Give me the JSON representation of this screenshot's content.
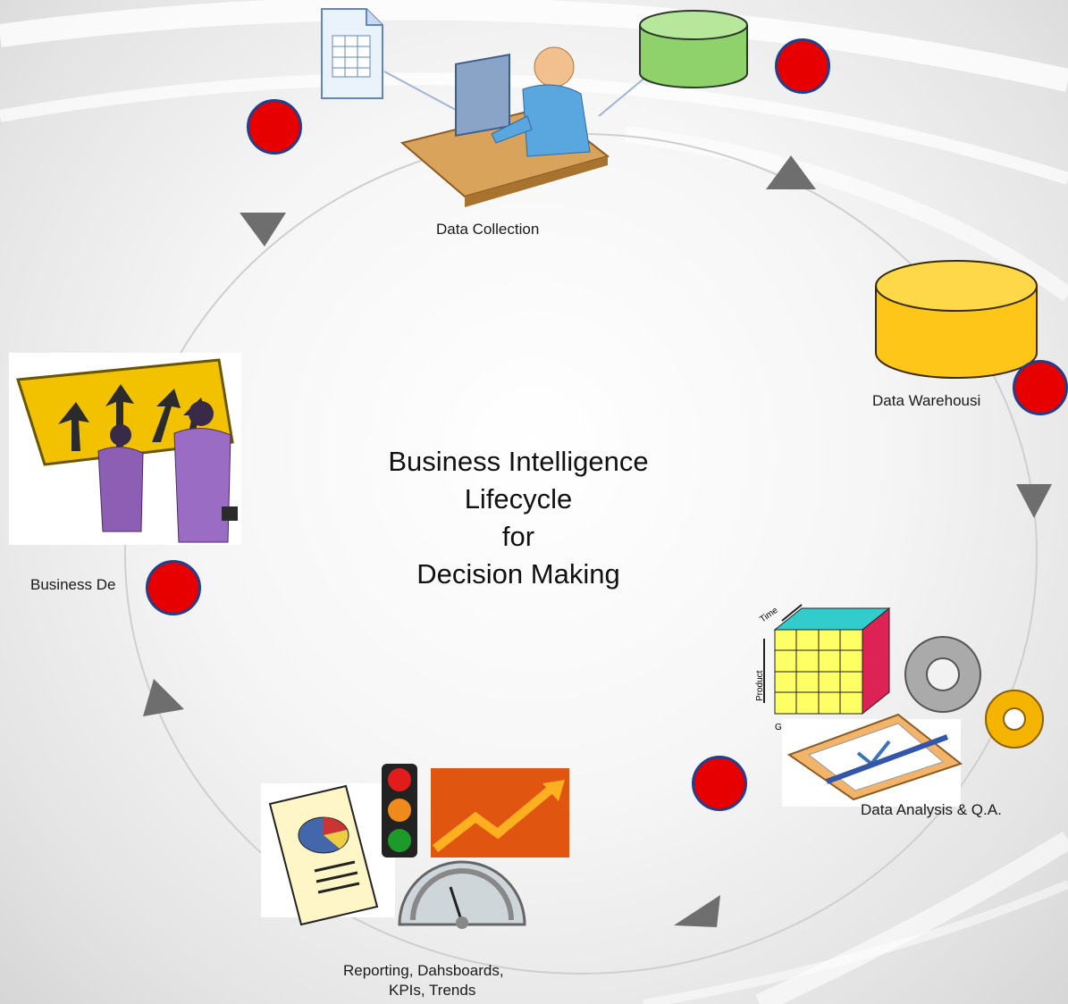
{
  "title_lines": [
    "Business Intelligence",
    "Lifecycle",
    "for",
    "Decision Making"
  ],
  "stages": {
    "data_collection": "Data Collection",
    "data_warehousing": "Data Warehousi",
    "data_analysis": "Data Analysis & Q.A.",
    "reporting_line1": "Reporting, Dahsboards,",
    "reporting_line2": "KPIs, Trends",
    "business_decisions": "Business De"
  },
  "cube_labels": {
    "time": "Time",
    "product": "Product",
    "geography": "Geography"
  },
  "colors": {
    "marker": "#e60000",
    "marker_border": "#1f3f8f",
    "arrow": "#6e6e6e",
    "database_green": "#8fd16a",
    "database_yellow": "#ffc61a"
  },
  "icons": [
    "spreadsheet-icon",
    "computer-user-icon",
    "database-icon",
    "data-cube-icon",
    "gear-icon",
    "clipboard-icon",
    "report-icon",
    "traffic-light-icon",
    "trend-chart-icon",
    "gauge-icon",
    "signpost-icon",
    "businesspeople-icon"
  ]
}
